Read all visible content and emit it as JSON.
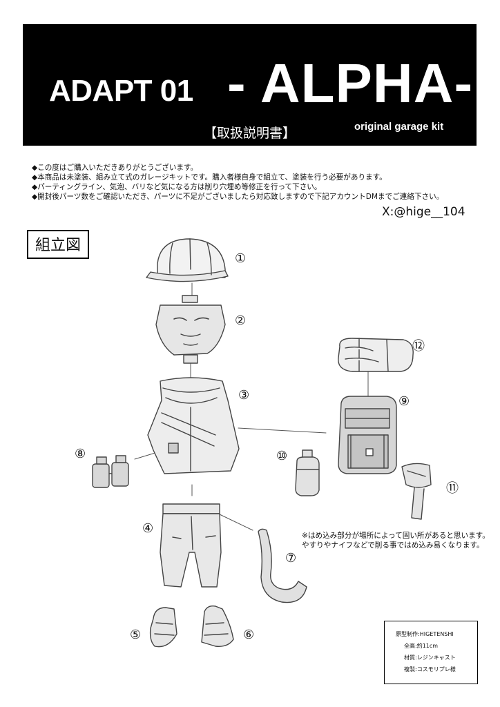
{
  "header": {
    "title_part1": "ADAPT 01",
    "title_part2": "- ALPHA-",
    "subtitle": "【取扱説明書】",
    "tagline": "original garage kit"
  },
  "notes": [
    "◆この度はご購入いただきありがとうございます。",
    "◆本商品は未塗装、組み立て式のガレージキットです。購入者様自身で組立て、塗装を行う必要があります。",
    "◆パーティングライン、気泡、バリなど気になる方は削り穴埋め等修正を行って下さい。",
    "◆開封後パーツ数をご確認いただき、パーツに不足がございましたら対応致しますので下記アカウントDMまでご連絡下さい。"
  ],
  "account": "X:@hige__104",
  "diagram_label": "組立図",
  "part_numbers": [
    "①",
    "②",
    "③",
    "④",
    "⑤",
    "⑥",
    "⑦",
    "⑧",
    "⑨",
    "⑩",
    "⑪",
    "⑫"
  ],
  "caution": [
    "※はめ込み部分が場所によって固い所があると思います。",
    "やすりやナイフなどで削る事ではめ込み易くなります。"
  ],
  "specs": {
    "maker": "原型制作:HIGETENSHI",
    "height": "全高:約11cm",
    "material": "材質:レジンキャスト",
    "replication": "複製:コスモリプレ様"
  }
}
